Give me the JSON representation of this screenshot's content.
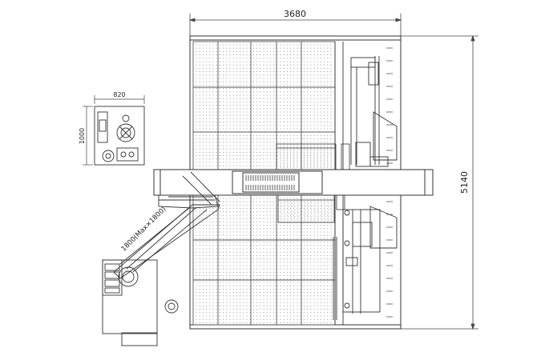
{
  "dimensions": {
    "overall_width": "3680",
    "overall_height": "5140",
    "cabinet_width": "820",
    "cabinet_height": "1000",
    "arm_reach": "1800(Max×1800)"
  },
  "colors": {
    "line": "#333333",
    "grid": "#9a9a9a",
    "dots": "#777777",
    "background": "#ffffff"
  }
}
